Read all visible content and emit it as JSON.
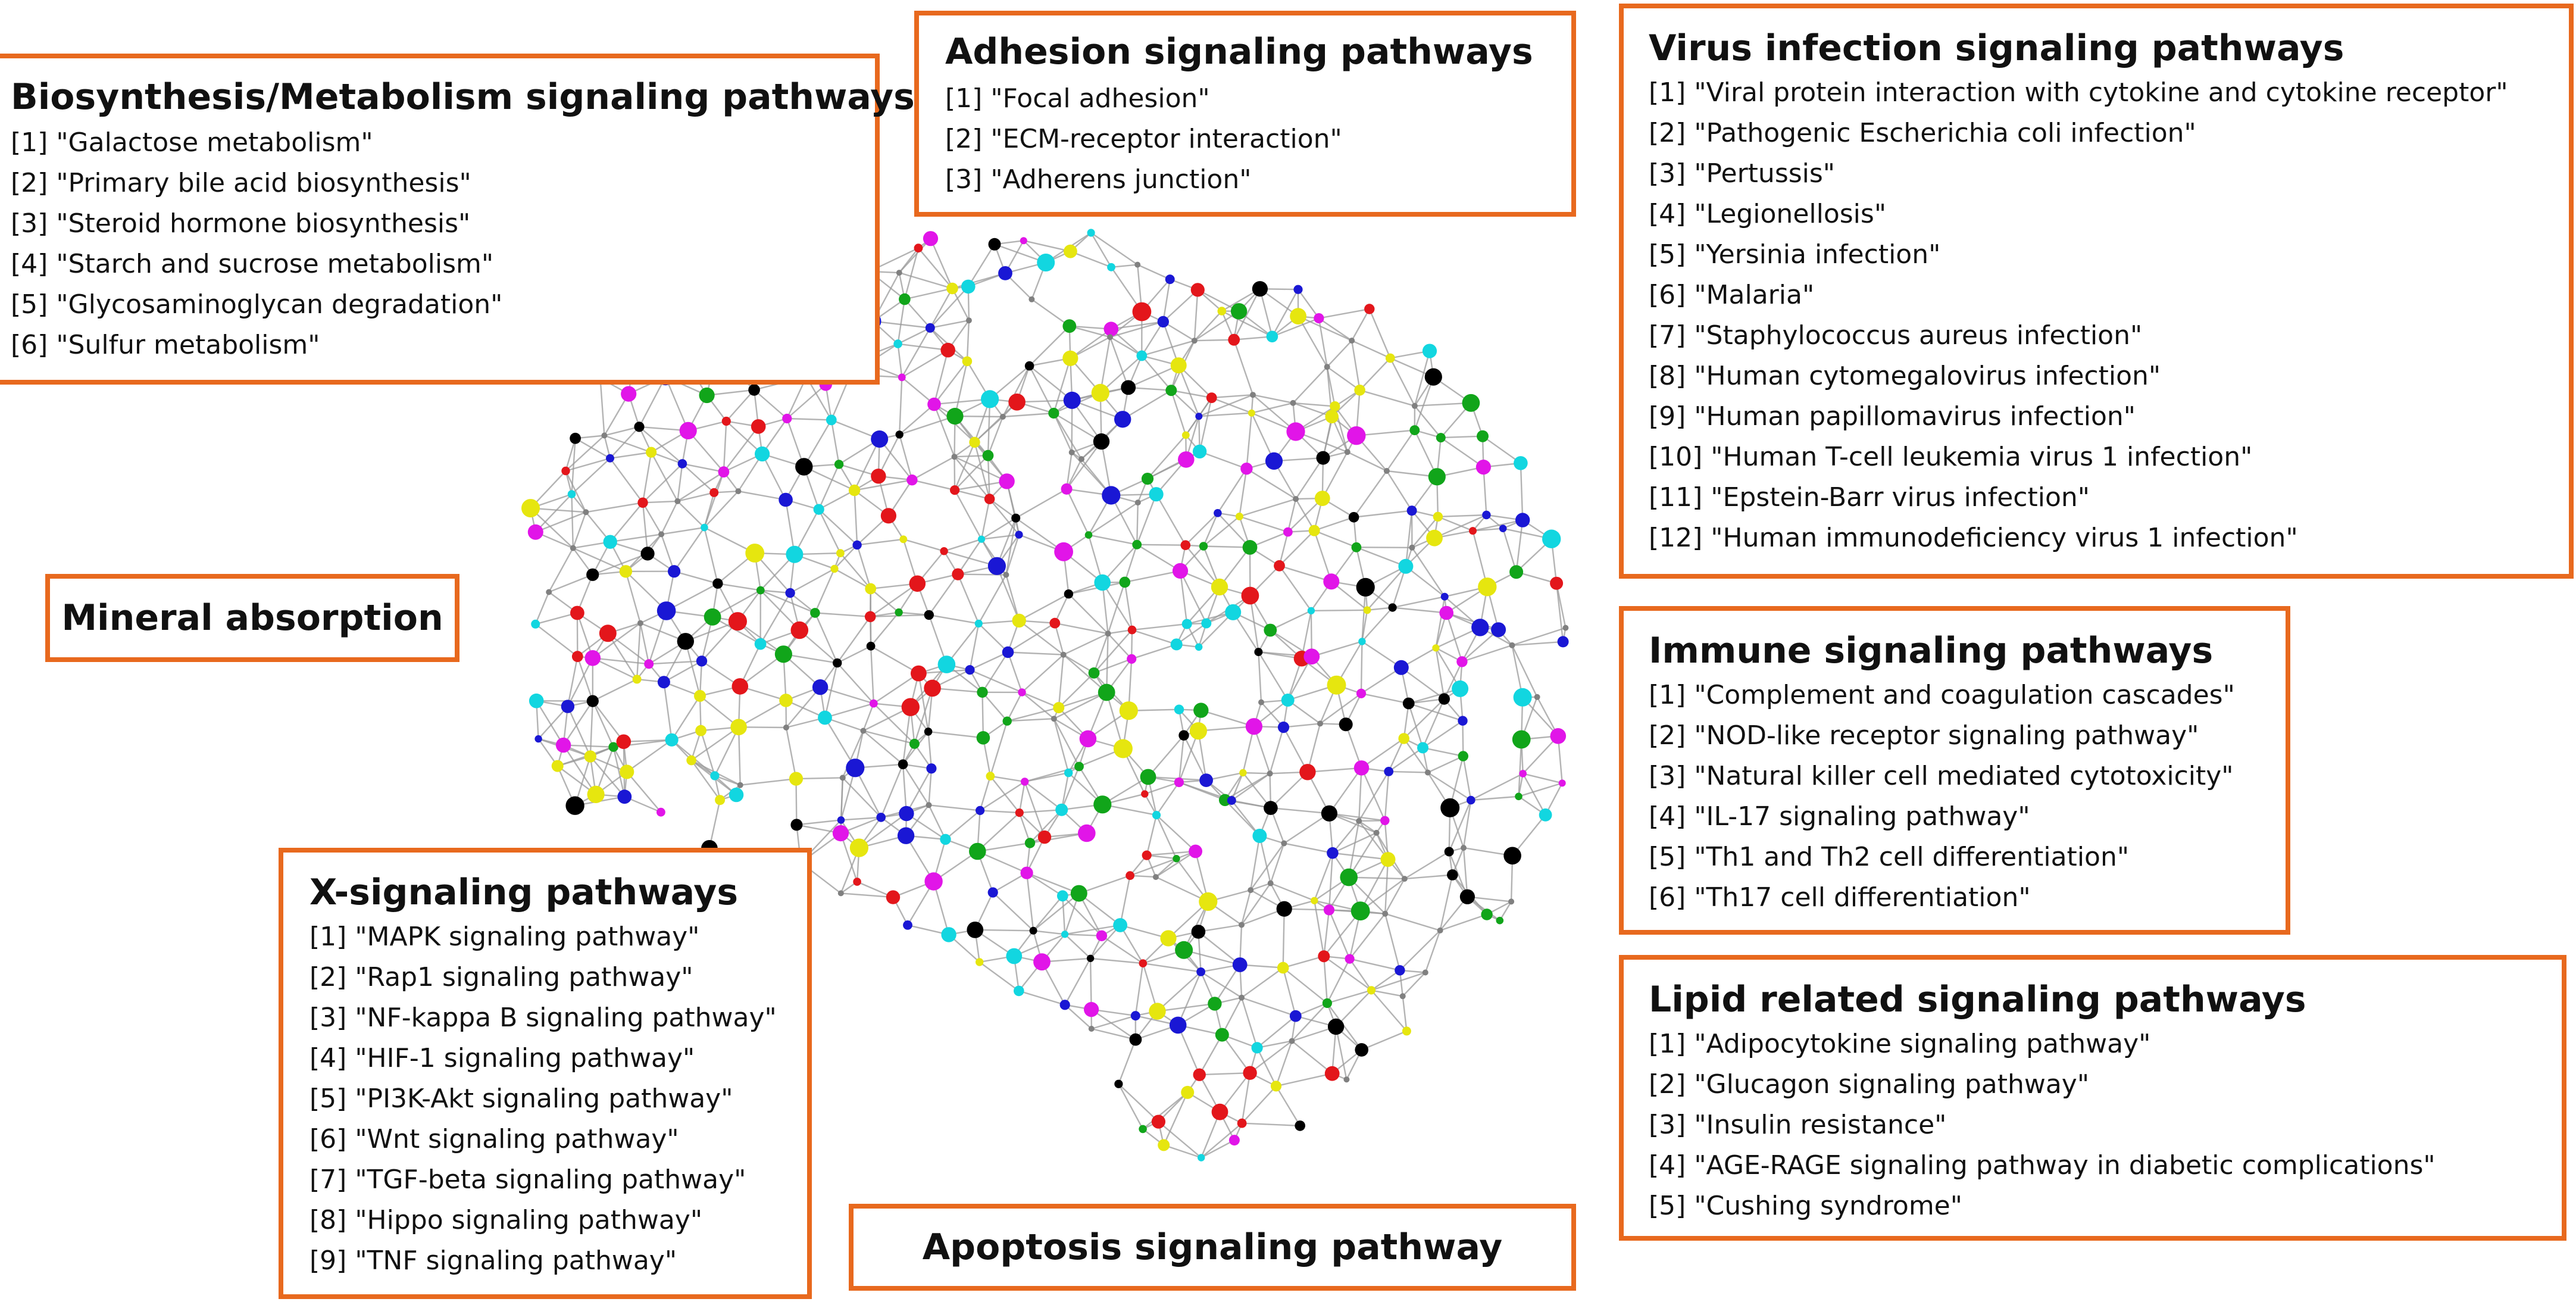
{
  "node_colors": [
    "#000000",
    "#e3161b",
    "#1a17d4",
    "#11a51a",
    "#e115e8",
    "#12d6e0",
    "#e6e60f",
    "#808080"
  ],
  "edge_color": "#9a9a9a",
  "accent": "#e8691e",
  "boxes": {
    "biosynthesis": {
      "title": "Biosynthesis/Metabolism signaling pathways",
      "items": [
        "[1] \"Galactose metabolism\"",
        "[2] \"Primary bile acid biosynthesis\"",
        "[3] \"Steroid hormone biosynthesis\"",
        "[4] \"Starch and sucrose metabolism\"",
        "[5] \"Glycosaminoglycan degradation\"",
        "[6] \"Sulfur metabolism\""
      ]
    },
    "adhesion": {
      "title": "Adhesion signaling pathways",
      "items": [
        "[1] \"Focal adhesion\"",
        "[2] \"ECM-receptor interaction\"",
        "[3] \"Adherens junction\""
      ]
    },
    "virus": {
      "title": "Virus infection signaling pathways",
      "items": [
        "[1] \"Viral protein interaction with cytokine and cytokine receptor\"",
        "[2] \"Pathogenic Escherichia coli infection\"",
        "[3] \"Pertussis\"",
        "[4] \"Legionellosis\"",
        "[5] \"Yersinia infection\"",
        "[6] \"Malaria\"",
        "[7] \"Staphylococcus aureus infection\"",
        "[8] \"Human cytomegalovirus infection\"",
        "[9] \"Human papillomavirus infection\"",
        "[10] \"Human T-cell leukemia virus 1 infection\"",
        "[11] \"Epstein-Barr virus infection\"",
        "[12] \"Human immunodeficiency virus 1 infection\""
      ]
    },
    "mineral": {
      "title": "Mineral absorption"
    },
    "immune": {
      "title": "Immune signaling pathways",
      "items": [
        "[1] \"Complement and coagulation cascades\"",
        "[2] \"NOD-like receptor signaling pathway\"",
        "[3] \"Natural killer cell mediated cytotoxicity\"",
        "[4] \"IL-17 signaling pathway\"",
        "[5] \"Th1 and Th2 cell differentiation\"",
        "[6] \"Th17 cell differentiation\""
      ]
    },
    "xsignaling": {
      "title": "X-signaling pathways",
      "items": [
        "[1] \"MAPK signaling pathway\"",
        "[2] \"Rap1 signaling pathway\"",
        "[3] \"NF-kappa B signaling pathway\"",
        "[4] \"HIF-1 signaling pathway\"",
        "[5] \"PI3K-Akt signaling pathway\"",
        "[6] \"Wnt signaling pathway\"",
        "[7] \"TGF-beta signaling pathway\"",
        "[8] \"Hippo signaling pathway\"",
        "[9] \"TNF signaling pathway\""
      ]
    },
    "lipid": {
      "title": "Lipid related signaling pathways",
      "items": [
        "[1] \"Adipocytokine signaling pathway\"",
        "[2] \"Glucagon signaling pathway\"",
        "[3] \"Insulin resistance\"",
        "[4] \"AGE-RAGE signaling pathway in diabetic complications\"",
        "[5] \"Cushing syndrome\""
      ]
    },
    "apoptosis": {
      "title": "Apoptosis signaling pathway"
    }
  }
}
